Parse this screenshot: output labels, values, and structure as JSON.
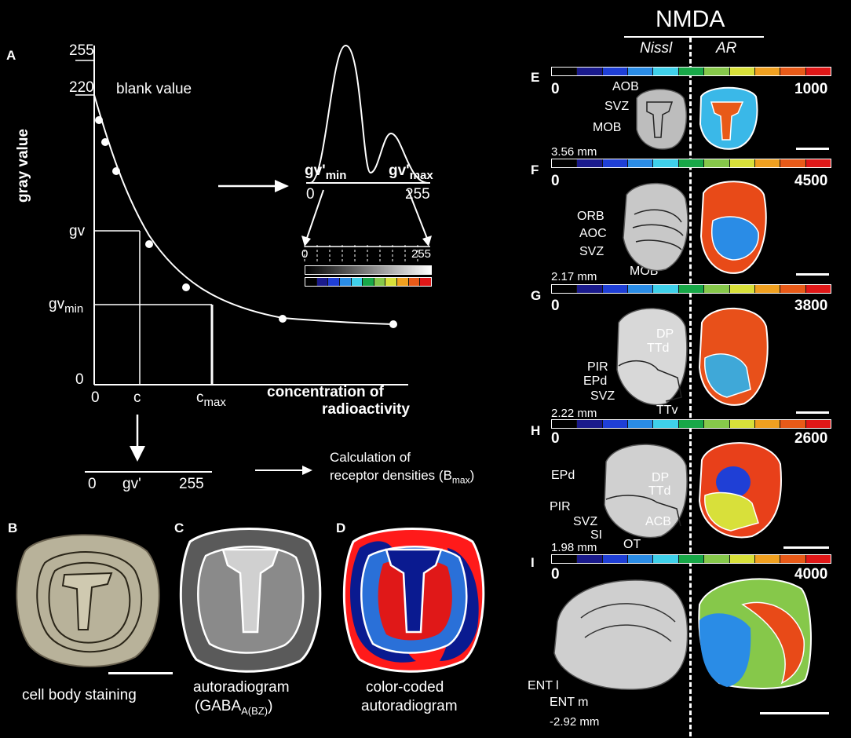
{
  "panelA": {
    "letter": "A",
    "y_ticks": [
      "255",
      "220",
      "gv",
      "gv",
      "0"
    ],
    "gvmin_sub": "min",
    "blank_label": "blank value",
    "y_axis_label": "gray value",
    "x_ticks": [
      "0",
      "c",
      "c"
    ],
    "cmax_sub": "max",
    "x_axis_label_1": "concentration of",
    "x_axis_label_2": "radioactivity",
    "hist_gvmin": "gv'",
    "hist_gvmin_sub": "min",
    "hist_gvmax": "gv'",
    "hist_gvmax_sub": "max",
    "hist_zero": "0",
    "hist_255": "255",
    "scale_zero": "0",
    "scale_255": "255",
    "bottom_zero": "0",
    "bottom_gv": "gv'",
    "bottom_255": "255",
    "calc_line1": "Calculation of",
    "calc_line2": "receptor densities (B",
    "calc_sub": "max",
    "calc_close": ")"
  },
  "panelB": {
    "letter": "B",
    "caption": "cell body staining"
  },
  "panelC": {
    "letter": "C",
    "caption_1": "autoradiogram",
    "caption_2a": "(GABA",
    "caption_2sub": "A(BZ)",
    "caption_2b": ")"
  },
  "panelD": {
    "letter": "D",
    "caption_1": "color-coded",
    "caption_2": "autoradiogram"
  },
  "right": {
    "title": "NMDA",
    "col_nissl": "Nissl",
    "col_ar": "AR",
    "rows": [
      {
        "letter": "E",
        "min": "0",
        "max": "1000",
        "coord": "3.56 mm",
        "labels": [
          "AOB",
          "SVZ",
          "MOB"
        ]
      },
      {
        "letter": "F",
        "min": "0",
        "max": "4500",
        "coord": "2.17 mm",
        "labels": [
          "ORB",
          "AOC",
          "SVZ",
          "MOB"
        ]
      },
      {
        "letter": "G",
        "min": "0",
        "max": "3800",
        "coord": "2.22 mm",
        "labels": [
          "DP",
          "TTd",
          "PIR",
          "EPd",
          "SVZ",
          "TTv"
        ]
      },
      {
        "letter": "H",
        "min": "0",
        "max": "2600",
        "coord": "1.98 mm",
        "labels": [
          "EPd",
          "DP",
          "TTd",
          "PIR",
          "SVZ",
          "ACB",
          "SI",
          "OT"
        ]
      },
      {
        "letter": "I",
        "min": "0",
        "max": "4000",
        "coord": "-2.92 mm",
        "labels": [
          "ENT l",
          "ENT m"
        ]
      }
    ]
  },
  "colors": {
    "colorbar": [
      "#000000",
      "#1a1a8c",
      "#1f3fd6",
      "#2a8ce6",
      "#3fd0ea",
      "#18a848",
      "#86c84a",
      "#d8e03a",
      "#f0a020",
      "#e85a18",
      "#e01818"
    ]
  }
}
